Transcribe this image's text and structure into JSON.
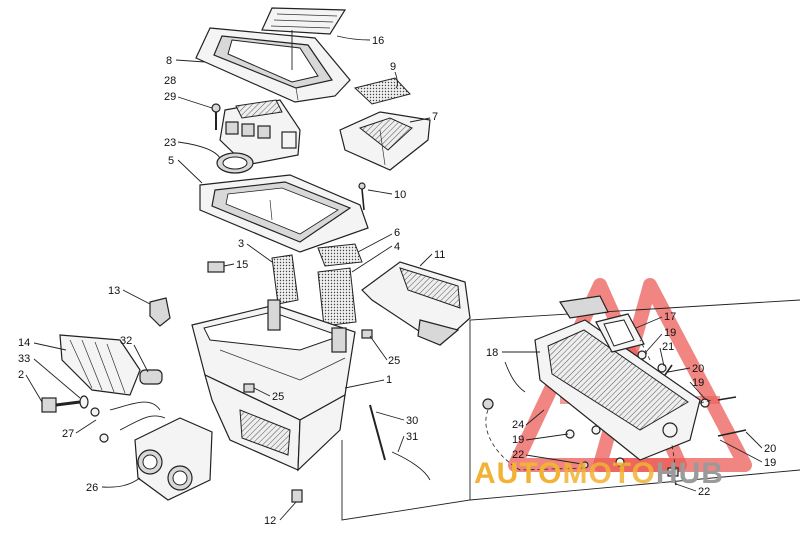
{
  "callouts": [
    {
      "id": "c16",
      "text": "16"
    },
    {
      "id": "c8",
      "text": "8"
    },
    {
      "id": "c9",
      "text": "9"
    },
    {
      "id": "c28",
      "text": "28"
    },
    {
      "id": "c29",
      "text": "29"
    },
    {
      "id": "c7",
      "text": "7"
    },
    {
      "id": "c23",
      "text": "23"
    },
    {
      "id": "c5",
      "text": "5"
    },
    {
      "id": "c10",
      "text": "10"
    },
    {
      "id": "c6",
      "text": "6"
    },
    {
      "id": "c3",
      "text": "3"
    },
    {
      "id": "c4",
      "text": "4"
    },
    {
      "id": "c11",
      "text": "11"
    },
    {
      "id": "c15",
      "text": "15"
    },
    {
      "id": "c13",
      "text": "13"
    },
    {
      "id": "c32",
      "text": "32"
    },
    {
      "id": "c14",
      "text": "14"
    },
    {
      "id": "c33",
      "text": "33"
    },
    {
      "id": "c2",
      "text": "2"
    },
    {
      "id": "c25a",
      "text": "25"
    },
    {
      "id": "c1",
      "text": "1"
    },
    {
      "id": "c25b",
      "text": "25"
    },
    {
      "id": "c27",
      "text": "27"
    },
    {
      "id": "c30",
      "text": "30"
    },
    {
      "id": "c31",
      "text": "31"
    },
    {
      "id": "c26",
      "text": "26"
    },
    {
      "id": "c12",
      "text": "12"
    },
    {
      "id": "c17",
      "text": "17"
    },
    {
      "id": "c19a",
      "text": "19"
    },
    {
      "id": "c21",
      "text": "21"
    },
    {
      "id": "c18",
      "text": "18"
    },
    {
      "id": "c20a",
      "text": "20"
    },
    {
      "id": "c19b",
      "text": "19"
    },
    {
      "id": "c24",
      "text": "24"
    },
    {
      "id": "c19c",
      "text": "19"
    },
    {
      "id": "c22a",
      "text": "22"
    },
    {
      "id": "c20b",
      "text": "20"
    },
    {
      "id": "c19d",
      "text": "19"
    },
    {
      "id": "c22b",
      "text": "22"
    }
  ],
  "watermark": {
    "part1": "AUTO",
    "part2": "MOTO",
    "part3": "HUB",
    "color_auto": "#f2b233",
    "color_moto": "#f2b233",
    "color_hub": "#9a9a9a",
    "triangle_color": "#e8403a"
  }
}
